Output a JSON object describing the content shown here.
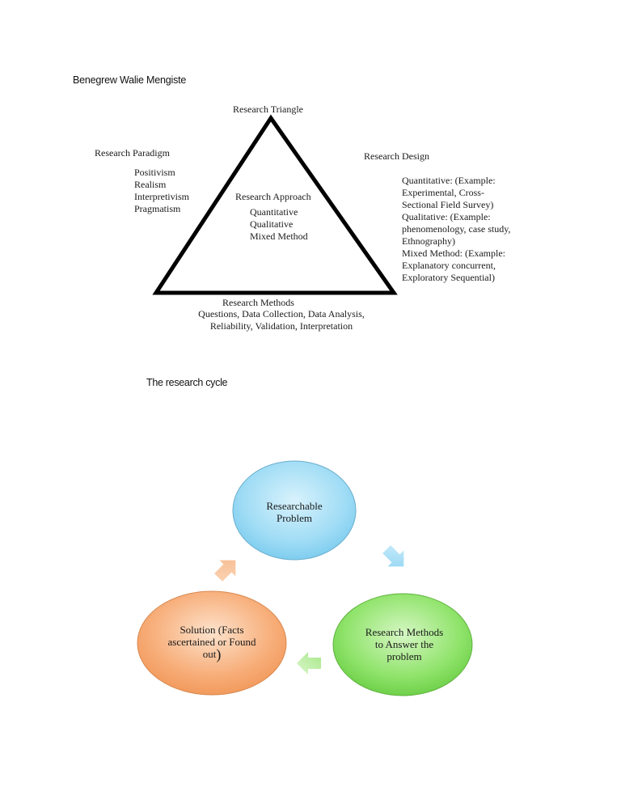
{
  "header": {
    "author": "Benegrew Walie Mengiste"
  },
  "triangle": {
    "top_label": "Research Triangle",
    "paradigm": {
      "title": "Research Paradigm",
      "items": [
        "Positivism",
        "Realism",
        "Interpretivism",
        "Pragmatism"
      ]
    },
    "approach": {
      "title": "Research Approach",
      "items": [
        "Quantitative",
        "Qualitative",
        "Mixed Method"
      ]
    },
    "design": {
      "title": "Research Design",
      "items": [
        "Quantitative: (Example:",
        "Experimental, Cross-",
        "Sectional Field Survey)",
        "Qualitative: (Example:",
        "phenomenology, case study,",
        "Ethnography)",
        "Mixed Method: (Example:",
        "Explanatory concurrent,",
        "Exploratory Sequential)"
      ]
    },
    "methods": {
      "title": "Research Methods",
      "lines": [
        "Questions, Data Collection, Data Analysis,",
        "Reliability, Validation, Interpretation"
      ]
    }
  },
  "cycle": {
    "caption": "The research cycle",
    "top_node": {
      "line1": "Researchable",
      "line2": "Problem",
      "color": "#9fdcf5"
    },
    "right_node": {
      "line1": "Research Methods",
      "line2": "to Answer the",
      "line3": "problem",
      "color": "#8fe36a"
    },
    "left_node": {
      "line1": "Solution (Facts",
      "line2": "ascertained or Found",
      "line3": "out",
      "line3_paren": ")",
      "color": "#f7ad78"
    }
  }
}
